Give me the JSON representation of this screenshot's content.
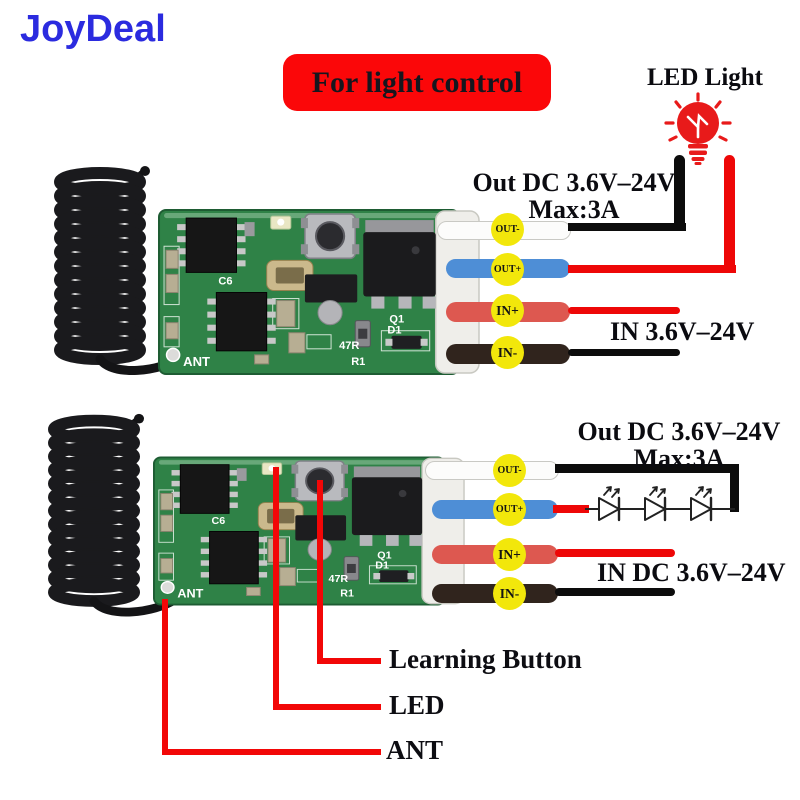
{
  "brand": {
    "name": "JoyDeal",
    "color": "#2b2bdf"
  },
  "banner": {
    "text": "For light control",
    "bg": "#fb0709"
  },
  "led_light": {
    "label": "LED Light"
  },
  "module1": {
    "out_title": "Out DC 3.6V–24V",
    "out_max": "Max:3A",
    "in_label": "IN 3.6V–24V",
    "terminals": [
      "OUT-",
      "OUT+",
      "IN+",
      "IN-"
    ]
  },
  "module2": {
    "out_title": "Out DC 3.6V–24V",
    "out_max": "Max:3A",
    "in_label": "IN DC 3.6V–24V",
    "terminals": [
      "OUT-",
      "OUT+",
      "IN+",
      "IN-"
    ]
  },
  "callouts": {
    "learning_button": "Learning Button",
    "led": "LED",
    "ant": "ANT"
  },
  "silkscreen": {
    "ant": "ANT",
    "c6": "C6",
    "q1": "Q1",
    "d1": "D1",
    "r1": "R1",
    "r47": "47R"
  },
  "colors": {
    "wire_white": "#fcfcfb",
    "wire_blue": "#4e8ed6",
    "wire_red": "#dd5850",
    "wire_dark": "#30241d",
    "line_red": "#ee0707",
    "line_black": "#0c0c0c",
    "terminal_yellow": "#f2e70b",
    "pcb_green": "#2f8247",
    "bulb_red": "#e81a1a"
  }
}
